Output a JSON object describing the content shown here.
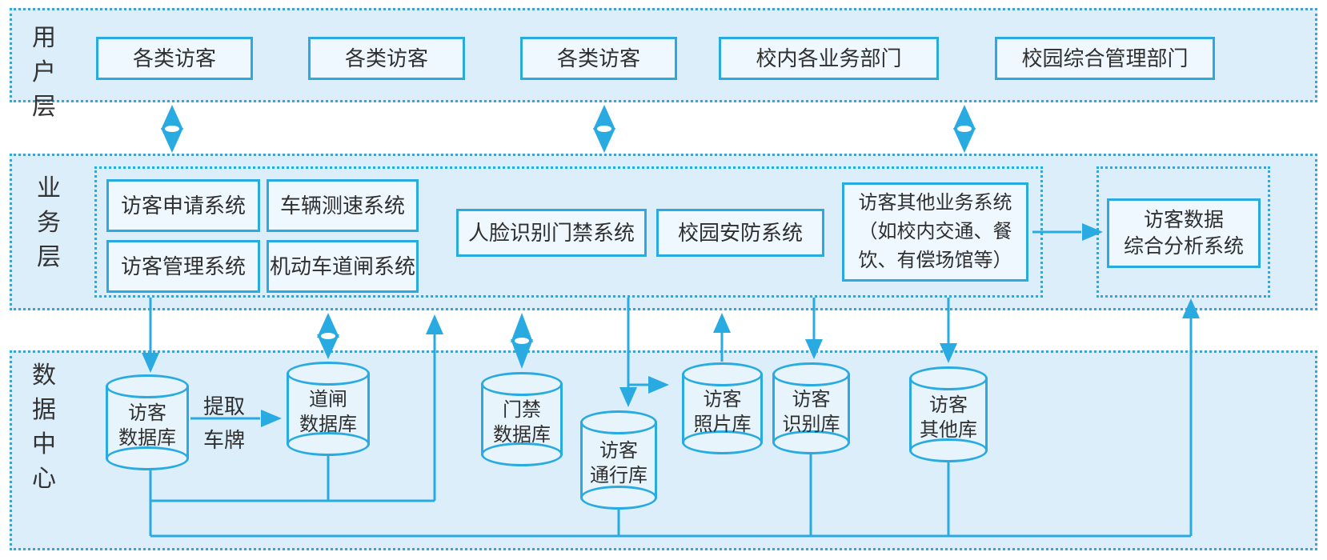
{
  "colors": {
    "line_blue": "#29abe2",
    "band_fill": "#dbeef9",
    "box_fill": "#eef8fe",
    "cylinder_fill": "#e7f4fc",
    "text": "#333333"
  },
  "user_layer": {
    "label": "用户层",
    "boxes": [
      "各类访客",
      "各类访客",
      "各类访客",
      "校内各业务部门",
      "校园综合管理部门"
    ]
  },
  "business_layer": {
    "label": "业务层",
    "systems": {
      "visitor_application": "访客申请系统",
      "vehicle_speed": "车辆测速系统",
      "visitor_management": "访客管理系统",
      "vehicle_gate": "机动车道闸系统",
      "face_access": "人脸识别门禁系统",
      "campus_security": "校园安防系统",
      "other_line1": "访客其他业务系统",
      "other_line2": "（如校内交通、餐",
      "other_line3": "饮、有偿场馆等）",
      "analysis_line1": "访客数据",
      "analysis_line2": "综合分析系统"
    }
  },
  "data_layer": {
    "label": "数据中心",
    "cylinders": [
      {
        "line1": "访客",
        "line2": "数据库"
      },
      {
        "line1": "道闸",
        "line2": "数据库"
      },
      {
        "line1": "门禁",
        "line2": "数据库"
      },
      {
        "line1": "访客",
        "line2": "通行库"
      },
      {
        "line1": "访客",
        "line2": "照片库"
      },
      {
        "line1": "访客",
        "line2": "识别库"
      },
      {
        "line1": "访客",
        "line2": "其他库"
      }
    ],
    "edge_label": {
      "line1": "提取",
      "line2": "车牌"
    }
  }
}
